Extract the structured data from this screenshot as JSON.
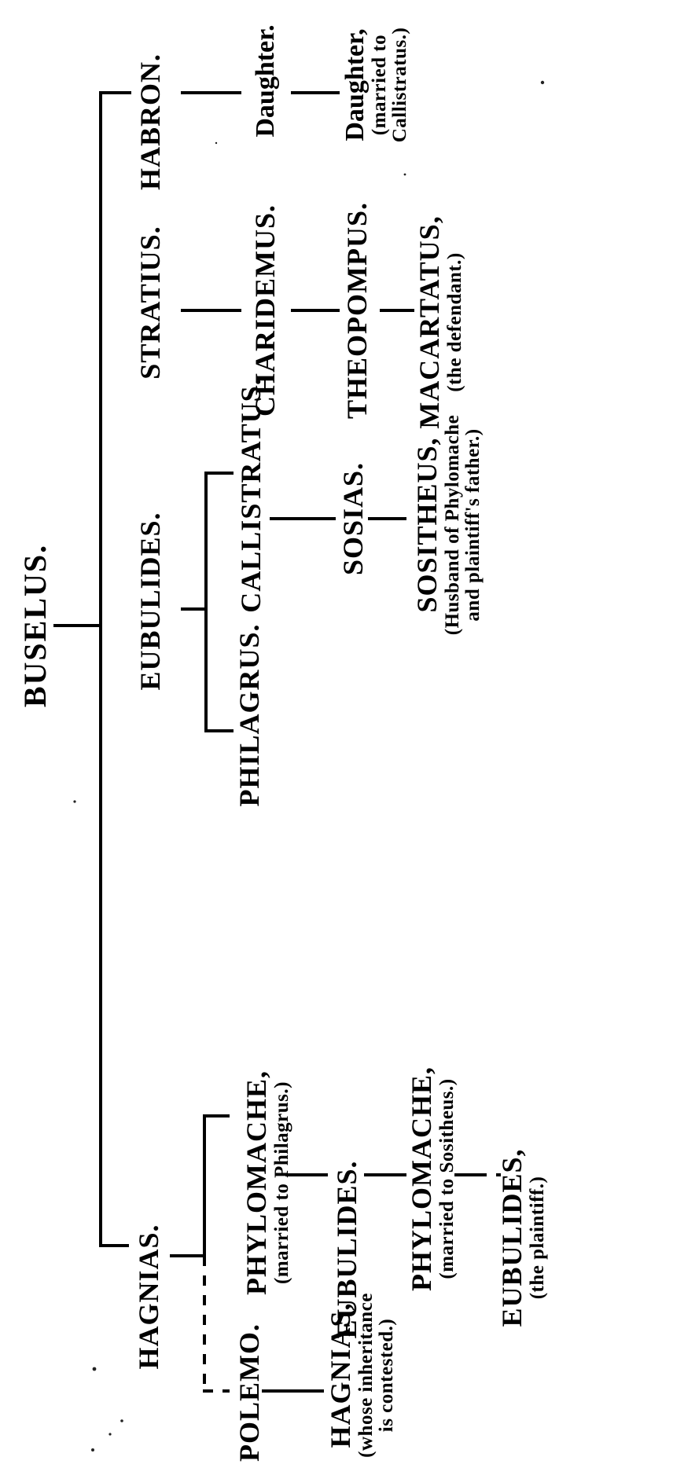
{
  "tree": {
    "root": {
      "name": "BUSELUS."
    },
    "branches": {
      "hagnias": {
        "name": "HAGNIAS.",
        "polemo": {
          "name": "POLEMO."
        },
        "hagnias_son": {
          "name": "HAGNIAS,",
          "note_line1": "(whose inheritance",
          "note_line2": "is contested.)"
        },
        "phylomache1": {
          "name": "PHYLOMACHE,",
          "note": "(married to Philagrus.)"
        },
        "eubulides1": {
          "name": "EUBULIDES."
        },
        "phylomache2": {
          "name": "PHYLOMACHE,",
          "note": "(married to Sositheus.)"
        },
        "eubulides2": {
          "name": "EUBULIDES,",
          "note": "(the plaintiff.)"
        }
      },
      "eubulides": {
        "name": "EUBULIDES.",
        "philagrus": {
          "name": "PHILAGRUS."
        },
        "callistratus": {
          "name": "CALLISTRATUS."
        },
        "sosias": {
          "name": "SOSIAS."
        },
        "sositheus": {
          "name": "SOSITHEUS,",
          "note_line1": "(Husband of Phylomache",
          "note_line2": "and plaintiff's father.)"
        }
      },
      "stratius": {
        "name": "STRATIUS.",
        "charidemus": {
          "name": "CHARIDEMUS."
        },
        "theopompus": {
          "name": "THEOPOMPUS."
        },
        "macartatus": {
          "name": "MACARTATUS,",
          "note": "(the defendant.)"
        }
      },
      "habron": {
        "name": "HABRON.",
        "daughter1": {
          "name": "Daughter."
        },
        "daughter2": {
          "name": "Daughter,",
          "note_line1": "(married to",
          "note_line2": "Callistratus.)"
        }
      }
    }
  }
}
